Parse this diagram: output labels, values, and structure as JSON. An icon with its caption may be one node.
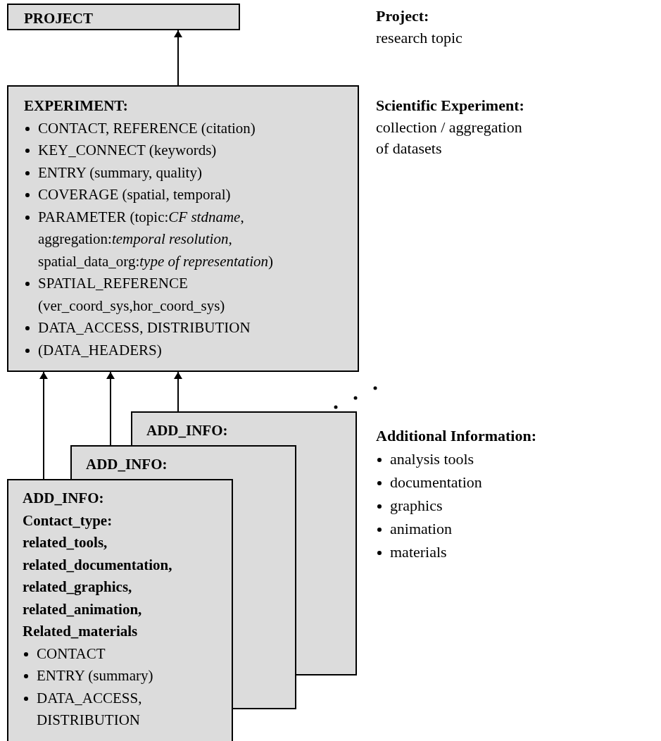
{
  "diagram": {
    "nodes": [
      {
        "text": [
          "PROJECT"
        ]
      },
      {
        "text": [
          "EXPERIMENT:",
          "CONTACT, REFERENCE (citation)",
          "KEY_CONNECT (keywords)",
          "ENTRY (summary, quality)",
          "COVERAGE (spatial, temporal)",
          "PARAMETER (topic:*CF  stdname*, aggregation:*temporal resolution,* spatial_data_org:*type of representation*)",
          "SPATIAL_REFERENCE (ver_coord_sys,hor_coord_sys)",
          "DATA_ACCESS, DISTRIBUTION",
          "(DATA_HEADERS)"
        ]
      },
      {
        "text": [
          "ADD_INFO:"
        ]
      },
      {
        "text": [
          "ADD_INFO:"
        ]
      },
      {
        "text": [
          "ADD_INFO:",
          "Contact_type:",
          "related_tools,",
          "related_documentation,",
          "related_graphics,",
          "related_animation,",
          "Related_materials",
          "CONTACT",
          "ENTRY (summary)",
          "DATA_ACCESS, DISTRIBUTION"
        ]
      }
    ],
    "edges": [
      {
        "from": 1,
        "to": 0,
        "arrow": "to"
      },
      {
        "from": 4,
        "to": 1,
        "arrow": "to"
      },
      {
        "from": 3,
        "to": 1,
        "arrow": "to"
      },
      {
        "from": 2,
        "to": 1,
        "arrow": "to"
      }
    ],
    "labels": [
      "Project:",
      "research topic",
      "Scientific Experiment:",
      "collection / aggregation of datasets",
      "Additional Information:",
      "analysis tools",
      "documentation",
      "graphics",
      "animation",
      "materials"
    ]
  }
}
